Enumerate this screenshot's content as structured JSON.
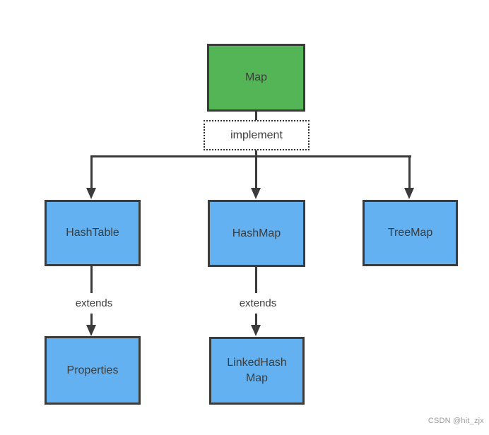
{
  "diagram": {
    "nodes": {
      "map": {
        "label": "Map",
        "fill": "#53b556"
      },
      "hashtable": {
        "label": "HashTable",
        "fill": "#63b1f0"
      },
      "hashmap": {
        "label": "HashMap",
        "fill": "#63b1f0"
      },
      "treemap": {
        "label": "TreeMap",
        "fill": "#63b1f0"
      },
      "properties": {
        "label": "Properties",
        "fill": "#63b1f0"
      },
      "linkedhashmap": {
        "label": "LinkedHash\nMap",
        "fill": "#63b1f0"
      }
    },
    "edge_labels": {
      "implement": "implement",
      "extends_left": "extends",
      "extends_right": "extends"
    },
    "relations": [
      {
        "from": "Map",
        "to": "HashTable",
        "label": "implement"
      },
      {
        "from": "Map",
        "to": "HashMap",
        "label": "implement"
      },
      {
        "from": "Map",
        "to": "TreeMap",
        "label": "implement"
      },
      {
        "from": "HashTable",
        "to": "Properties",
        "label": "extends"
      },
      {
        "from": "HashMap",
        "to": "LinkedHashMap",
        "label": "extends"
      }
    ],
    "colors": {
      "interface_fill": "#53b556",
      "class_fill": "#63b1f0",
      "border": "#3b3b3b",
      "line": "#3b3b3b",
      "text": "#3d3d3d",
      "label_background": "#ffffff"
    }
  },
  "watermark": {
    "text": "CSDN @hit_zjx"
  }
}
